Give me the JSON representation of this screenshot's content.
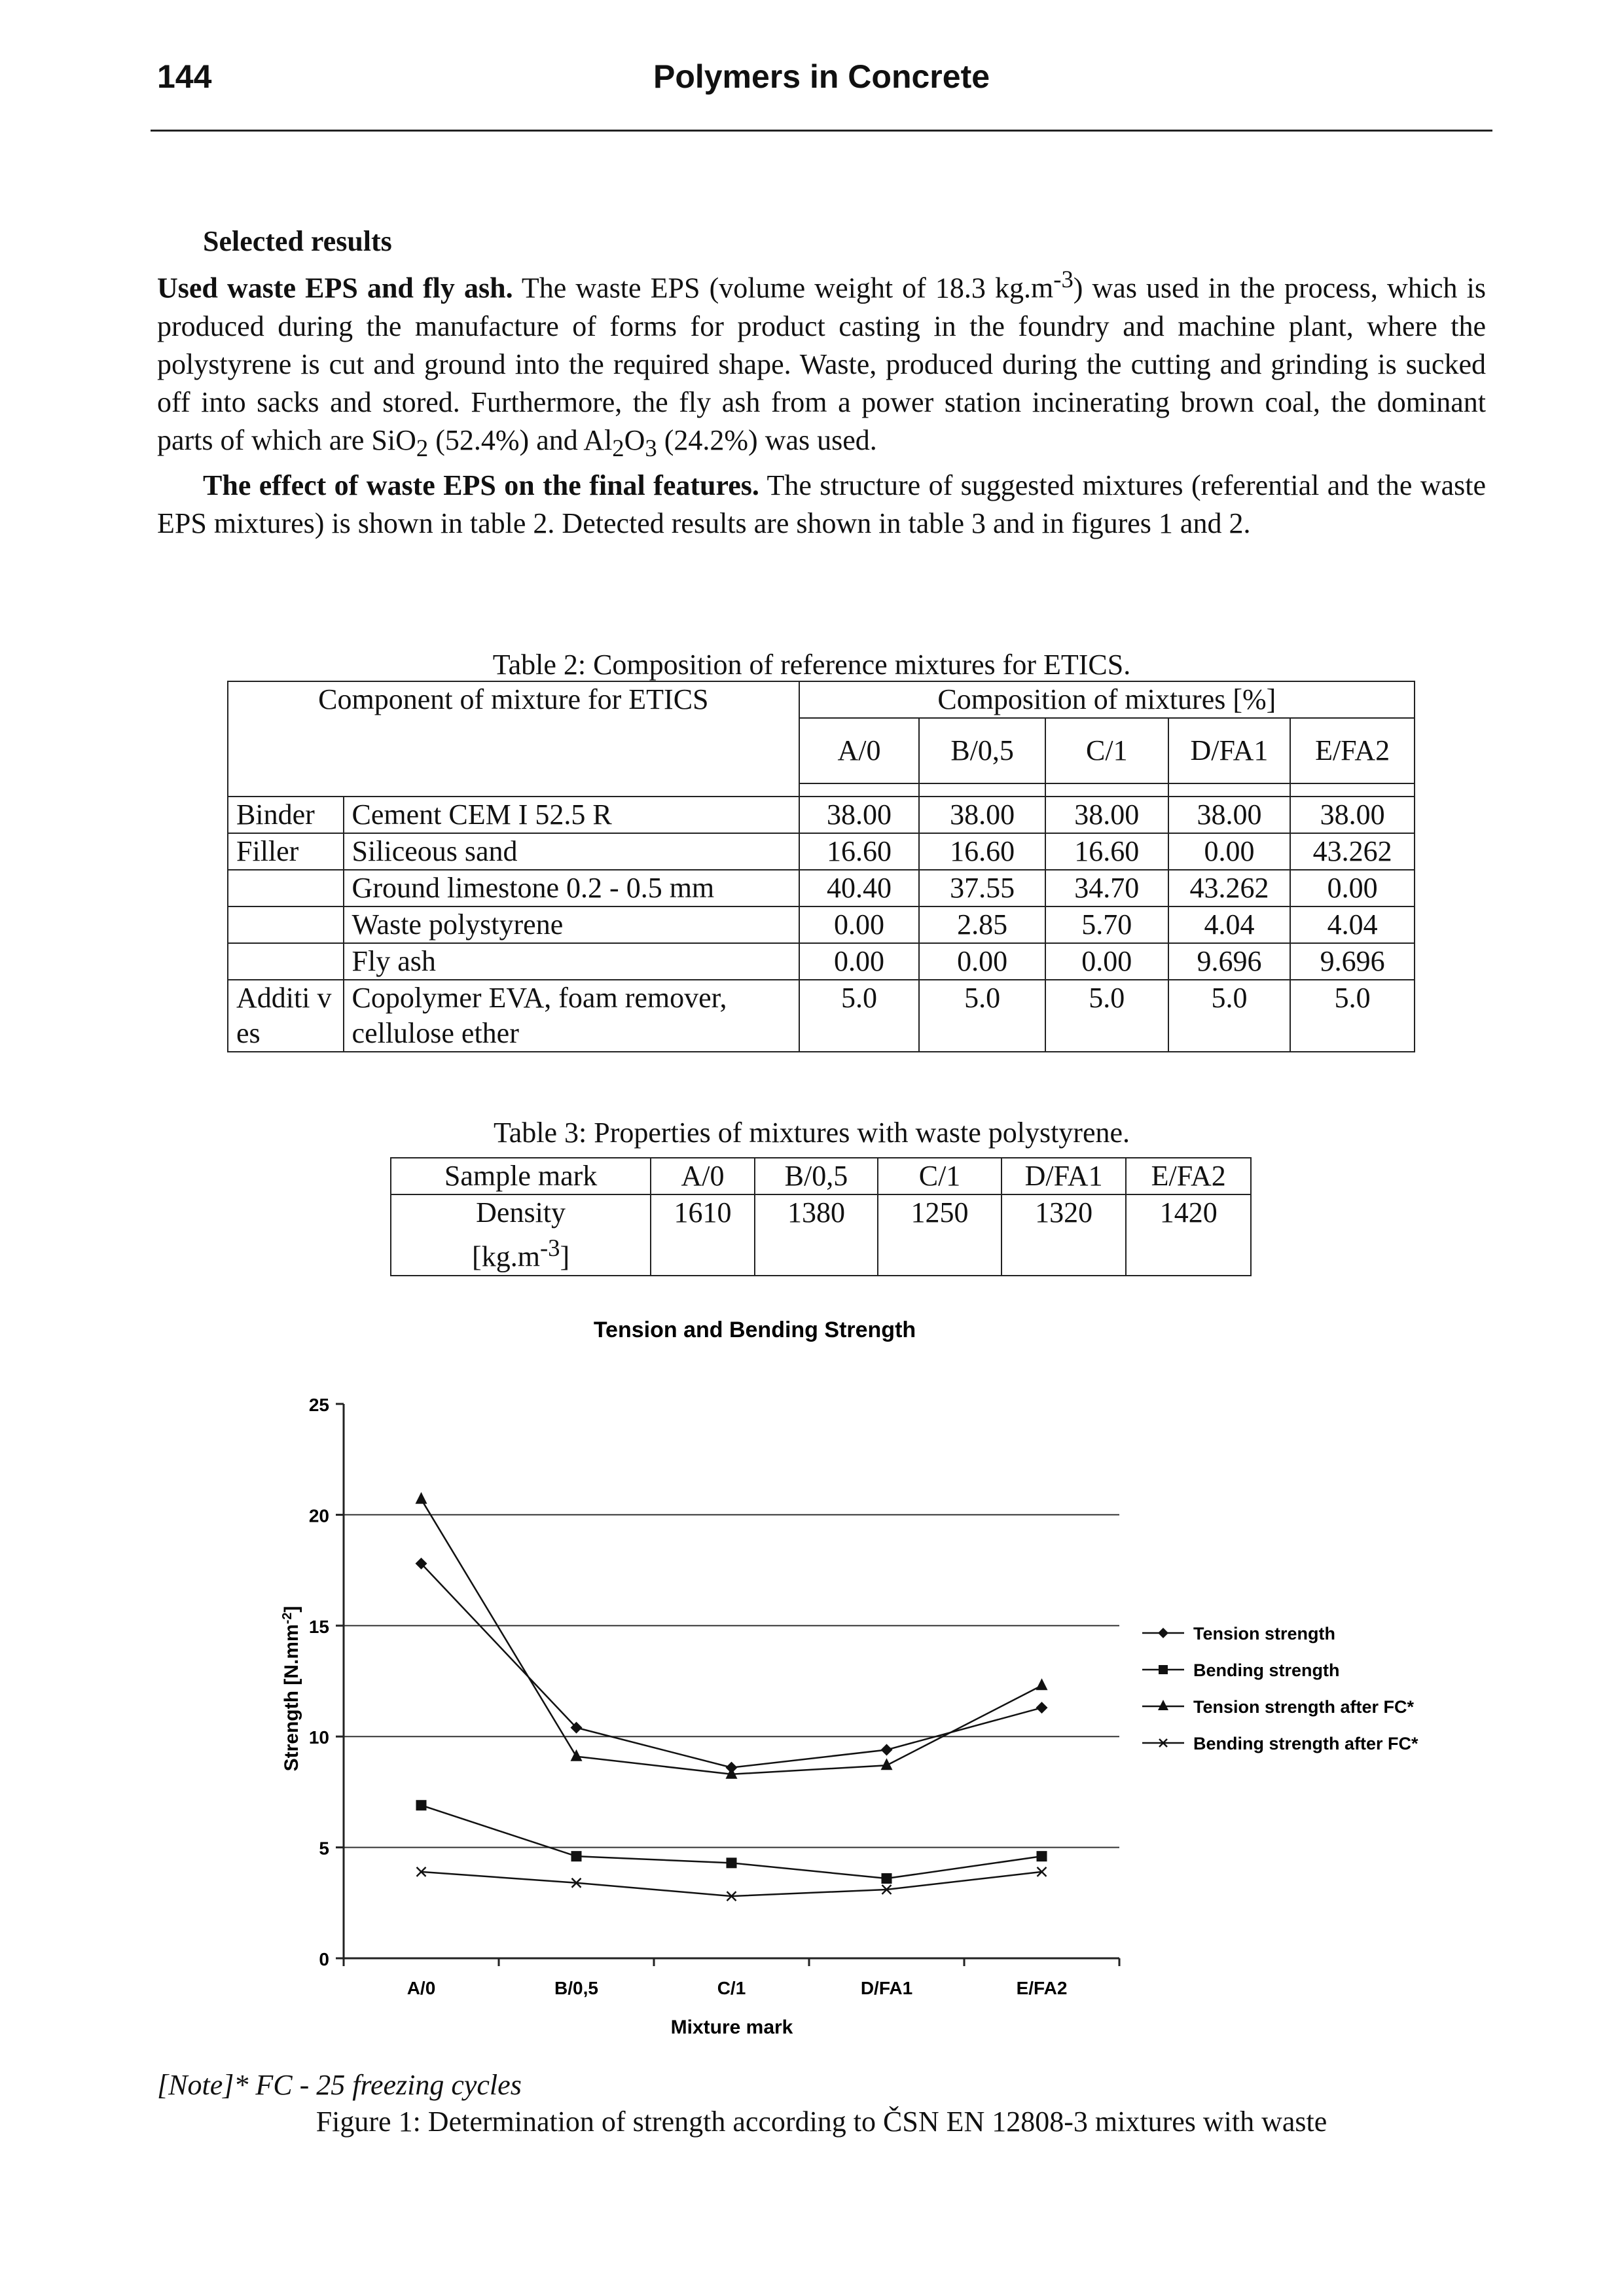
{
  "header": {
    "page_number": "144",
    "running_title": "Polymers in Concrete"
  },
  "body": {
    "section_heading": "Selected results",
    "p1_bold": "Used waste EPS and fly ash.",
    "p1_a": " The waste EPS (volume weight of 18.3 kg.m",
    "p1_sup": "-3",
    "p1_b": ") was used in the process, which is produced during the manufacture of forms for product casting in the foundry and machine plant, where the polystyrene is cut and ground into the required shape. Waste, produced during the cutting and grinding is sucked off into sacks and stored. Furthermore, the fly ash from a power station incinerating brown coal, the dominant parts of which are SiO",
    "p1_sub1": "2",
    "p1_c": " (52.4%) and Al",
    "p1_sub2": "2",
    "p1_d": "O",
    "p1_sub3": "3",
    "p1_e": " (24.2%) was used.",
    "p2_bold": "The effect of waste EPS on the final features.",
    "p2_text": " The structure of suggested mixtures (referential and the waste EPS mixtures) is shown in table 2. Detected results are shown in table 3 and in figures 1 and 2."
  },
  "table2": {
    "caption": "Table 2: Composition of reference mixtures for ETICS.",
    "header_component": "Component of mixture for ETICS",
    "header_composition": "Composition of mixtures [%]",
    "columns": [
      "A/0",
      "B/0,5",
      "C/1",
      "D/FA1",
      "E/FA2"
    ],
    "rows": [
      {
        "group": "Binder",
        "component": "Cement CEM I 52.5 R",
        "values": [
          "38.00",
          "38.00",
          "38.00",
          "38.00",
          "38.00"
        ]
      },
      {
        "group": "Filler",
        "component": "Siliceous sand",
        "values": [
          "16.60",
          "16.60",
          "16.60",
          "0.00",
          "43.262"
        ]
      },
      {
        "group": "",
        "component": "Ground limestone 0.2 - 0.5 mm",
        "values": [
          "40.40",
          "37.55",
          "34.70",
          "43.262",
          "0.00"
        ]
      },
      {
        "group": "",
        "component": "Waste polystyrene",
        "values": [
          "0.00",
          "2.85",
          "5.70",
          "4.04",
          "4.04"
        ]
      },
      {
        "group": "",
        "component": "Fly ash",
        "values": [
          "0.00",
          "0.00",
          "0.00",
          "9.696",
          "9.696"
        ]
      },
      {
        "group": "Additi ves",
        "component": "Copolymer EVA, foam remover, cellulose ether",
        "values": [
          "5.0",
          "5.0",
          "5.0",
          "5.0",
          "5.0"
        ]
      }
    ]
  },
  "table3": {
    "caption": "Table 3: Properties of mixtures with waste polystyrene.",
    "header_label": "Sample mark",
    "columns": [
      "A/0",
      "B/0,5",
      "C/1",
      "D/FA1",
      "E/FA2"
    ],
    "row_label_a": "Density",
    "row_label_b": "[kg.m",
    "row_label_sup": "-3",
    "row_label_c": "]",
    "values": [
      "1610",
      "1380",
      "1250",
      "1320",
      "1420"
    ]
  },
  "chart_data": {
    "type": "line",
    "title": "Tension and Bending Strength",
    "xlabel": "Mixture mark",
    "ylabel": "Strength [N.mm",
    "ylabel_sup": "-2",
    "ylabel_end": "]",
    "categories": [
      "A/0",
      "B/0,5",
      "C/1",
      "D/FA1",
      "E/FA2"
    ],
    "ylim": [
      0,
      25
    ],
    "yticks": [
      "0",
      "5",
      "10",
      "15",
      "20",
      "25"
    ],
    "grid": "horizontal",
    "legend_position": "right",
    "series": [
      {
        "name": "Tension strength",
        "marker": "diamond",
        "values": [
          17.8,
          10.4,
          8.6,
          9.4,
          11.3
        ]
      },
      {
        "name": "Bending strength",
        "marker": "square",
        "values": [
          6.9,
          4.6,
          4.3,
          3.6,
          4.6
        ]
      },
      {
        "name": "Tension strength after FC*",
        "marker": "triangle",
        "values": [
          20.7,
          9.1,
          8.3,
          8.7,
          12.3
        ]
      },
      {
        "name": "Bending strength after FC*",
        "marker": "cross",
        "values": [
          3.9,
          3.4,
          2.8,
          3.1,
          3.9
        ]
      }
    ]
  },
  "figure": {
    "note": "[Note]* FC - 25 freezing cycles",
    "caption": "Figure 1: Determination of strength according to ČSN EN 12808-3 mixtures with waste"
  }
}
